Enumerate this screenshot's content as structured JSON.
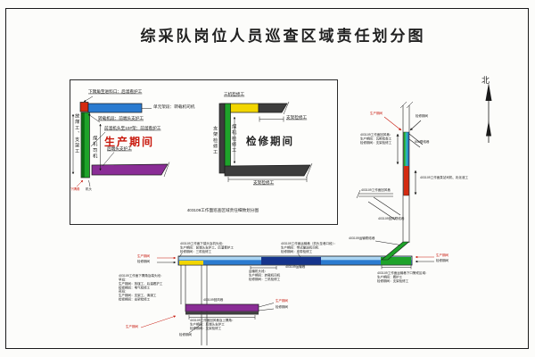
{
  "page": {
    "title": "综采队岗位人员巡查区域责任划分图"
  },
  "inset": {
    "caption": "403109工作面巡查区域责任细致划分图",
    "production": {
      "period": "生产期间",
      "corner_note": "下隅角至进料口：后溜看护工",
      "unit_note": "单元架段：转载机司机",
      "transfer_note": "转载机段：前端头支护工",
      "front_note": "前溜机头至10#架：前溜看护工",
      "rear_note": "后端头支护工",
      "support_workers": "放煤工、支架工",
      "shearer_driver": "煤机司机",
      "tick_red": "下隅角",
      "tick_black": "机头"
    },
    "overhaul": {
      "period": "检修期间",
      "three_machine": "三机检修工",
      "support_right": "支架检修工",
      "support_left": "支架检修工",
      "shearer": "煤机检修工",
      "support_bottom": "支架检修工"
    }
  },
  "compass": {
    "north": "北"
  },
  "shaft": {
    "prod": "生产期间",
    "maint": "检修期间",
    "left_note": [
      "403109工作面回风巷：",
      "生产期间：瓦斯检查工",
      "检修期间：支架检修工"
    ],
    "branch": "50#联络巷",
    "pump_note": "403109工作面泵站司机、乳化液工",
    "airway_label": "403109工作面回风巷",
    "link_label": "403109回风联络巷",
    "cut_link_label": "403109运输联络巷"
  },
  "main": {
    "head_note": [
      "403109工作面下端头及机头段：",
      "生产期间：前端头支护工、后溜看护工",
      "检修期间：三机检修工"
    ],
    "belt_note": [
      "403109工作面运输巷（机头至巷口段）：",
      "生产期间：带式输送机司机",
      "检修期间：皮带检修工"
    ],
    "left_prod": "生产期间",
    "left_maint": "检修期间",
    "mid_note": [
      "运输机头段：",
      "生产期间：转载机司机",
      "检修期间：三机检修工"
    ],
    "roadway_label": "403109运输巷",
    "right_prod": "生产期间",
    "right_maint": "检修期间",
    "mouth_note": [
      "403109工作面运输巷下口警戒区域：",
      "生产期间：看护工",
      "检修期间：支架检修工"
    ]
  },
  "lower": {
    "airway_label": "403109回风巷",
    "right_prod": "生产期间",
    "right_maint": "检修期间",
    "corner_note": [
      "403109工作面回风巷及上隅角：",
      "生产期间：后端头支护工",
      "检修期间：支架检修工"
    ],
    "bottom_prod": "生产期间",
    "bottom_maint": "检修期间",
    "left_note": [
      "403109工作面下隅角及端头段：",
      "早班：",
      "生产期间：放煤工、后溜看护工",
      "检修期间：电气检修工",
      "夜班：",
      "生产期间：支架工、清煤工",
      "检修期间：支架检修工"
    ]
  },
  "colors": {
    "red": "#d42a10",
    "blue": "#2b7bd0",
    "light_blue": "#aad4f2",
    "navy": "#16348c",
    "green": "#1ea32a",
    "dark_green": "#0c6e14",
    "teal": "#27b4b4",
    "yellow": "#f2d600",
    "purple": "#8a2d96",
    "dark_gray": "#3d3d3d"
  }
}
